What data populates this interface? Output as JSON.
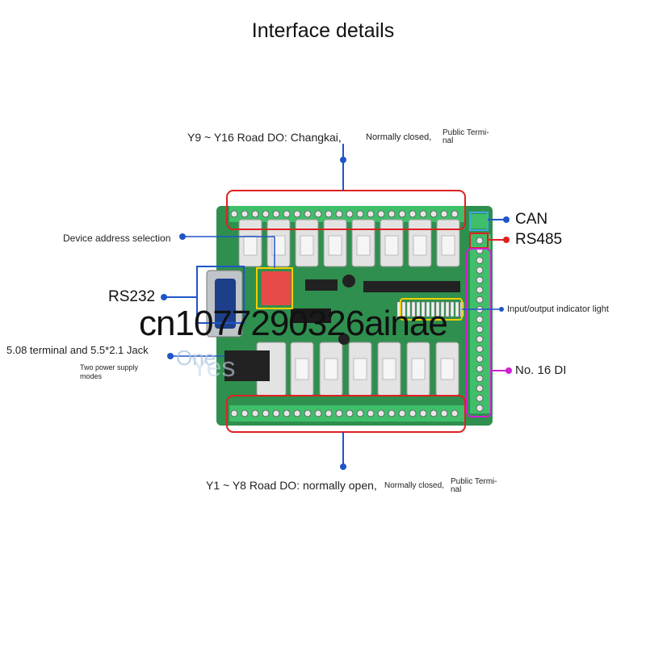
{
  "title": "Interface details",
  "top_label": {
    "main": "Y9 ~ Y16 Road DO: Changkai,",
    "small1": "Normally closed,",
    "small2a": "Public Termi-",
    "small2b": "nal"
  },
  "bottom_label": {
    "main": "Y1 ~ Y8 Road DO: normally open,",
    "small1": "Normally closed,",
    "small2a": "Public Termi-",
    "small2b": "nal"
  },
  "left_labels": {
    "address": "Device address selection",
    "rs232": "RS232",
    "power": "5.08 terminal and 5.5*2.1 Jack",
    "power_sub1": "Two power supply",
    "power_sub2": "modes"
  },
  "right_labels": {
    "can": "CAN",
    "rs485": "RS485",
    "indicator": "Input/output indicator light",
    "di": "No. 16 DI"
  },
  "watermark": {
    "main": "cn1077290326ainae",
    "sub1": "One",
    "sub2": "Yes"
  },
  "colors": {
    "board": "#2f8f4e",
    "terminal": "#3fbf6a",
    "relay": "#e3e3e3",
    "red": "#e02020",
    "blue": "#1f55c8",
    "yellow": "#f0d000",
    "magenta": "#d020d0",
    "cyan": "#40a8e0"
  }
}
